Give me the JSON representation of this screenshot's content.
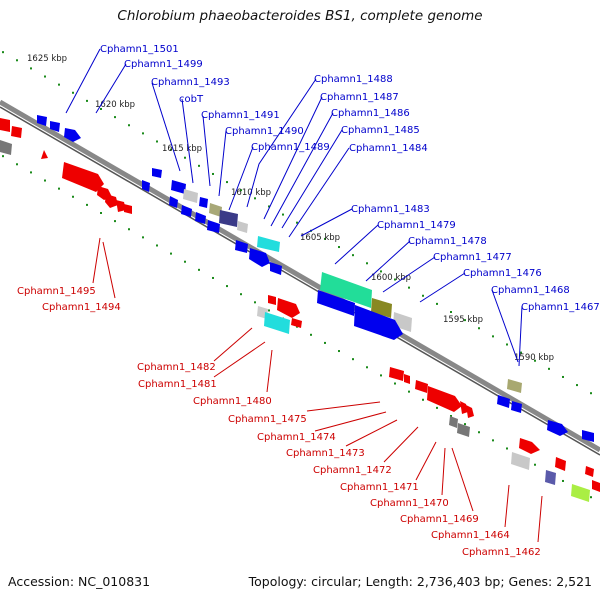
{
  "title": "Chlorobium phaeobacteroides BS1, complete genome",
  "footer": {
    "accession": "Accession: NC_010831",
    "summary": "Topology: circular; Length: 2,736,403 bp; Genes: 2,521"
  },
  "colors": {
    "forward_gene": "#0000ee",
    "reverse_gene": "#ee0000",
    "backbone": "#888888",
    "tick_dots": "#1a8a1a",
    "forward_label": "#0000cc",
    "reverse_label": "#cc0000"
  },
  "scale_labels": [
    "1625 kbp",
    "1620 kbp",
    "1615 kbp",
    "1610 kbp",
    "1605 kbp",
    "1600 kbp",
    "1595 kbp",
    "1590 kbp"
  ],
  "forward_genes": [
    "Cphamn1_1501",
    "Cphamn1_1499",
    "Cphamn1_1493",
    "cobT",
    "Cphamn1_1491",
    "Cphamn1_1490",
    "Cphamn1_1489",
    "Cphamn1_1488",
    "Cphamn1_1487",
    "Cphamn1_1486",
    "Cphamn1_1485",
    "Cphamn1_1484",
    "Cphamn1_1483",
    "Cphamn1_1479",
    "Cphamn1_1478",
    "Cphamn1_1477",
    "Cphamn1_1476",
    "Cphamn1_1468",
    "Cphamn1_1467"
  ],
  "reverse_genes": [
    "Cphamn1_1495",
    "Cphamn1_1494",
    "Cphamn1_1482",
    "Cphamn1_1481",
    "Cphamn1_1480",
    "Cphamn1_1475",
    "Cphamn1_1474",
    "Cphamn1_1473",
    "Cphamn1_1472",
    "Cphamn1_1471",
    "Cphamn1_1470",
    "Cphamn1_1469",
    "Cphamn1_1464",
    "Cphamn1_1462"
  ]
}
